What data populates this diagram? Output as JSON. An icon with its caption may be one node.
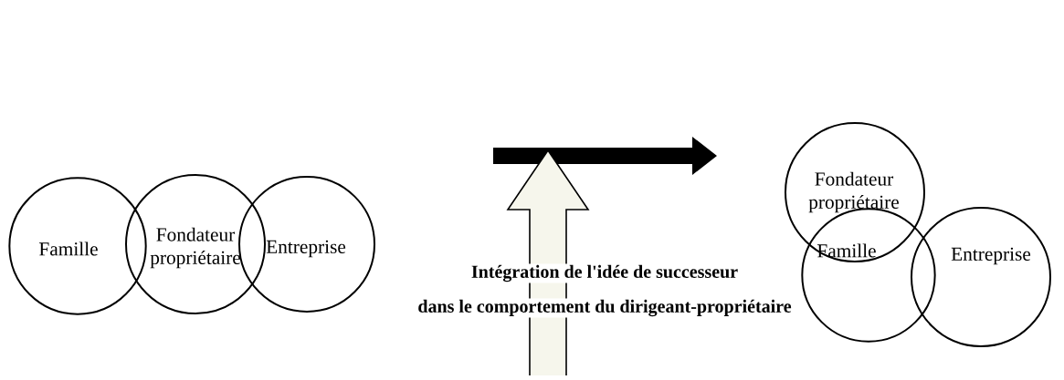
{
  "diagram": {
    "nodes": [
      {
        "text": [
          "Famille"
        ]
      },
      {
        "text": [
          "Fondateur propriétaire"
        ]
      },
      {
        "text": [
          "Entreprise"
        ]
      },
      {
        "text": [
          "Fondateur propriétaire"
        ]
      },
      {
        "text": [
          "Famille"
        ]
      },
      {
        "text": [
          "Entreprise"
        ]
      }
    ],
    "labels": [
      "Intégration de l'idée de successeur",
      "dans le comportement du dirigeant-propriétaire"
    ]
  }
}
